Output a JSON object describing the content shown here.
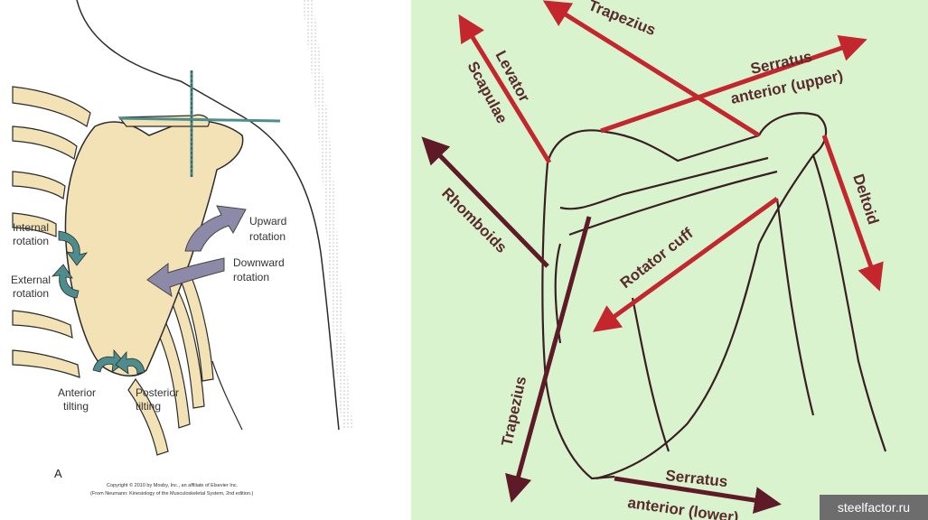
{
  "left_figure": {
    "labels": {
      "upward_rotation": [
        "Upward",
        "rotation"
      ],
      "downward_rotation": [
        "Downward",
        "rotation"
      ],
      "internal_rotation": [
        "Internal",
        "rotation"
      ],
      "external_rotation": [
        "External",
        "rotation"
      ],
      "anterior_tilting": [
        "Anterior",
        "tilting"
      ],
      "posterior_tilting": [
        "Posterior",
        "tilting"
      ]
    },
    "panel_letter": "A",
    "copyright": [
      "Copyright © 2010 by Mosby, Inc., an affiliate of Elsevier Inc.",
      "(From Neumann: Kinesiology of the Musculoskeletal System, 2nd edition.)"
    ],
    "colors": {
      "bone": "#f2e2b6",
      "outline": "#2b2b2b",
      "rotation_arrow": "#8c8aa8",
      "rotation_arrow_small": "#4e8d8e"
    }
  },
  "right_figure": {
    "muscles": {
      "trapezius_upper": "Trapezius",
      "levator": "Levator",
      "scapulae": "Scapulae",
      "serratus_upper_1": "Serratus",
      "serratus_upper_2": "anterior (upper)",
      "rhomboids": "Rhomboids",
      "rotator_cuff": "Rotator cuff",
      "deltoid": "Deltoid",
      "trapezius_lower": "Trapezius",
      "serratus_lower_1": "Serratus",
      "serratus_lower_2": "anterior (lower)"
    },
    "colors": {
      "background": "#d9f3cf",
      "arrow_red": "#c4262e",
      "arrow_dark": "#5e1a26",
      "bone_line": "#3a1f22"
    }
  },
  "watermark": "steelfactor.ru"
}
